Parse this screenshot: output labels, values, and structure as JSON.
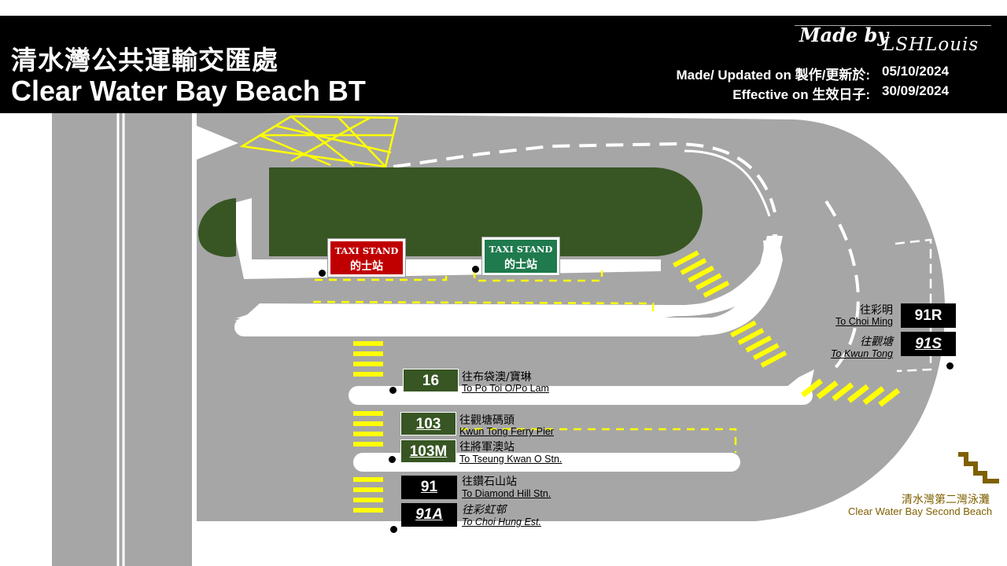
{
  "header": {
    "title_zh": "清水灣公共運輸交匯處",
    "title_en": "Clear Water Bay Beach BT",
    "made_by_label": "Made by",
    "author": "LSHLouis",
    "updated_label": "Made/ Updated on 製作/更新於:",
    "updated_value": "05/10/2024",
    "effective_label": "Effective on 生效日子:",
    "effective_value": "30/09/2024"
  },
  "taxi_stands": [
    {
      "line1": "TAXI STAND",
      "line2": "的士站",
      "color": "#c00000"
    },
    {
      "line1": "TAXI STAND",
      "line2": "的士站",
      "color": "#1f7a4d"
    }
  ],
  "routes": [
    {
      "route": "16",
      "dest_zh": "往布袋澳/寶琳",
      "dest_en": "To Po Toi O/Po Lam",
      "style": "green"
    },
    {
      "route": "103",
      "dest_zh": "往觀塘碼頭",
      "dest_en": "Kwun Tong Ferry Pier",
      "style": "green"
    },
    {
      "route": "103M",
      "dest_zh": "往將軍澳站",
      "dest_en": "To Tseung Kwan O Stn.",
      "style": "green"
    },
    {
      "route": "91",
      "dest_zh": "往鑽石山站",
      "dest_en": "To Diamond Hill Stn.",
      "style": "black"
    },
    {
      "route": "91A",
      "dest_zh": "往彩虹邨",
      "dest_en": "To Choi Hung Est.",
      "style": "black-italic"
    },
    {
      "route": "91R",
      "dest_zh": "往彩明",
      "dest_en": "To Choi Ming",
      "style": "black"
    },
    {
      "route": "91S",
      "dest_zh": "往觀塘",
      "dest_en": "To Kwun Tong",
      "style": "black-italic"
    }
  ],
  "beach_exit": {
    "label_zh": "清水灣第二灣泳灘",
    "label_en": "Clear Water Bay Second Beach",
    "icon": "stairs-icon",
    "color": "#7f6000"
  },
  "colors": {
    "road": "#a6a6a6",
    "island": "#375623",
    "marking_yellow": "#ffff00",
    "header_bg": "#000000"
  }
}
